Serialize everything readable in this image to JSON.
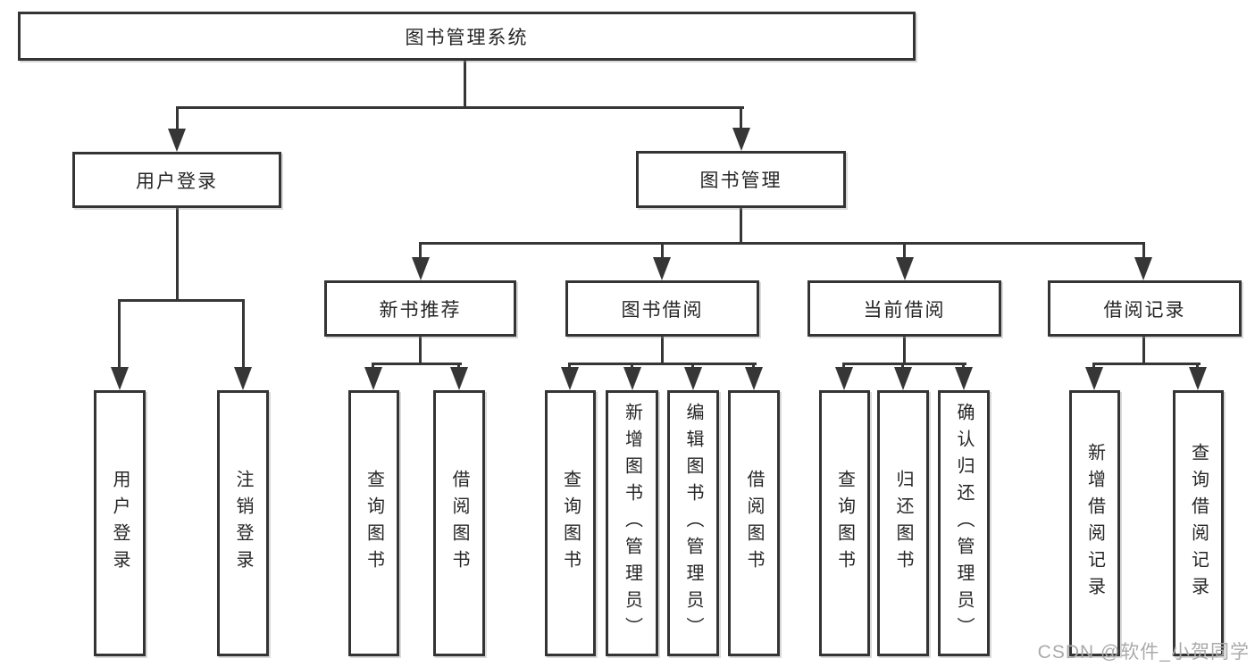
{
  "diagram": {
    "root": "图书管理系统",
    "level2": {
      "user_login": "用户登录",
      "book_mgmt": "图书管理"
    },
    "level3": {
      "new_book_rec": "新书推荐",
      "book_borrow": "图书借阅",
      "current_borrow": "当前借阅",
      "borrow_record": "借阅记录"
    },
    "leaves": {
      "user_login": "用户登录",
      "logout": "注销登录",
      "nbr_query": "查询图书",
      "nbr_borrow": "借阅图书",
      "bb_query": "查询图书",
      "bb_add": "新增图书（管理员）",
      "bb_edit": "编辑图书（管理员）",
      "bb_borrow": "借阅图书",
      "cb_query": "查询图书",
      "cb_return": "归还图书",
      "cb_confirm": "确认归还（管理员）",
      "br_add": "新增借阅记录",
      "br_query": "查询借阅记录"
    },
    "watermark": "CSDN @软件_小贺同学",
    "colors": {
      "line": "#363636",
      "box_border": "#343434",
      "text": "#262626",
      "watermark": "#aaaaaa",
      "background": "#ffffff"
    }
  }
}
